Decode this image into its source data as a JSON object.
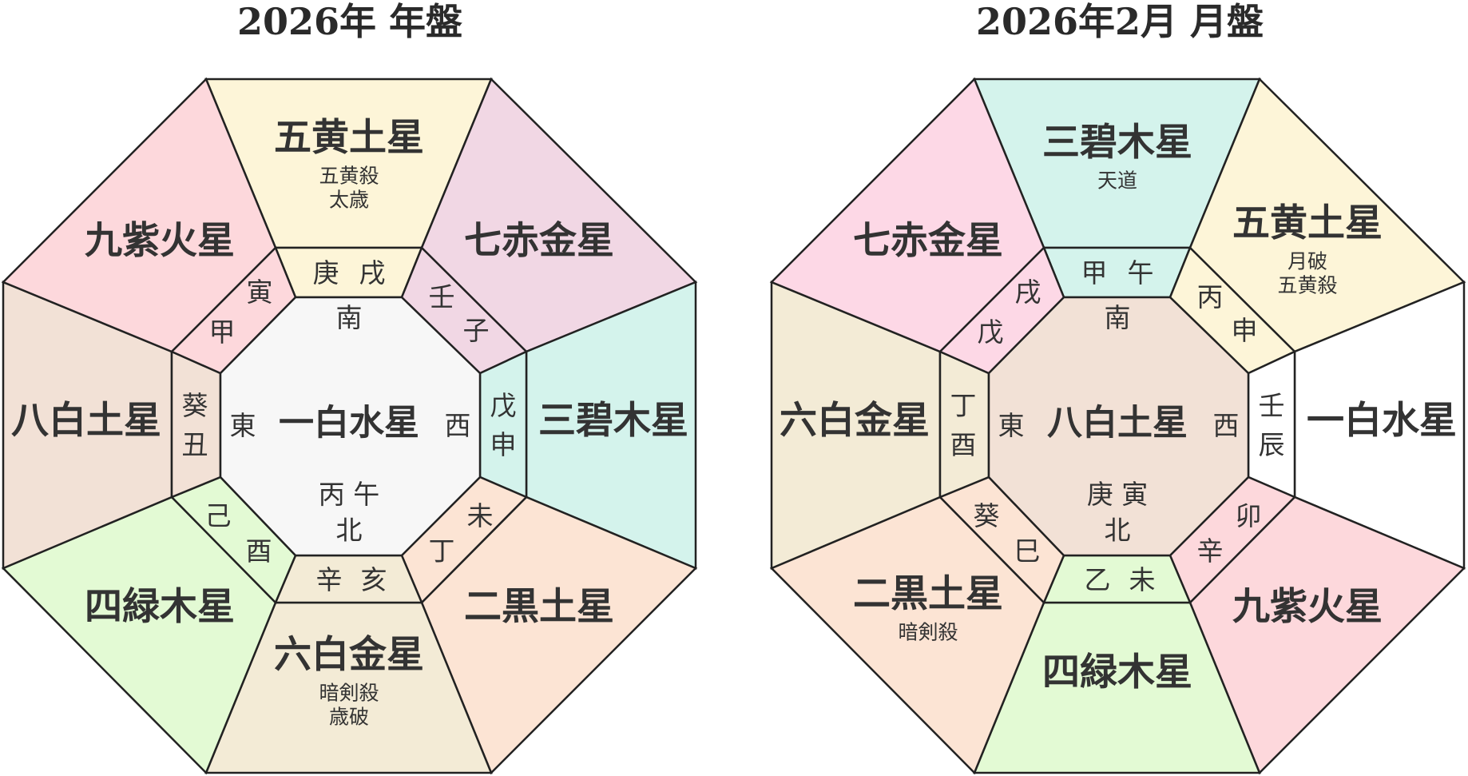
{
  "charts": [
    {
      "title": "2026年 年盤",
      "center": {
        "star": "一白水星",
        "info": "丙 午",
        "dir": "北",
        "fill": "#f7f7f7"
      },
      "sectors": [
        {
          "pos": "N",
          "star": "五黄土星",
          "notes": [
            "五黄殺",
            "太歳"
          ],
          "fill": "#fdf5d8",
          "ring_fill": "#fdf5d8",
          "ring": [
            "庚",
            "戌"
          ]
        },
        {
          "pos": "NE",
          "star": "七赤金星",
          "notes": [],
          "fill": "#f1d7e4",
          "ring_fill": "#f1d7e4",
          "ring": [
            "壬",
            "子"
          ]
        },
        {
          "pos": "E",
          "star": "三碧木星",
          "notes": [],
          "fill": "#d4f3ec",
          "ring_fill": "#d4f3ec",
          "ring": [
            "戊",
            "申"
          ]
        },
        {
          "pos": "SE",
          "star": "二黒土星",
          "notes": [],
          "fill": "#fce4d4",
          "ring_fill": "#fce4d4",
          "ring": [
            "未",
            "丁"
          ]
        },
        {
          "pos": "S",
          "star": "六白金星",
          "notes": [
            "暗剣殺",
            "歳破"
          ],
          "fill": "#f3ebd6",
          "ring_fill": "#f3ebd6",
          "ring": [
            "辛",
            "亥"
          ]
        },
        {
          "pos": "SW",
          "star": "四緑木星",
          "notes": [],
          "fill": "#e3fad4",
          "ring_fill": "#e3fad4",
          "ring": [
            "己",
            "酉"
          ]
        },
        {
          "pos": "W",
          "star": "八白土星",
          "notes": [],
          "fill": "#f2e1d6",
          "ring_fill": "#f2e1d6",
          "ring": [
            "葵",
            "丑"
          ]
        },
        {
          "pos": "NW",
          "star": "九紫火星",
          "notes": [],
          "fill": "#fdd8dc",
          "ring_fill": "#fdd8dc",
          "ring": [
            "寅",
            "甲"
          ]
        }
      ],
      "directions": {
        "top": "南",
        "left": "東",
        "right": "西"
      }
    },
    {
      "title": "2026年2月 月盤",
      "center": {
        "star": "八白土星",
        "info": "庚 寅",
        "dir": "北",
        "fill": "#f2e1d6"
      },
      "sectors": [
        {
          "pos": "N",
          "star": "三碧木星",
          "notes": [
            "天道"
          ],
          "fill": "#d4f3ec",
          "ring_fill": "#d4f3ec",
          "ring": [
            "甲",
            "午"
          ]
        },
        {
          "pos": "NE",
          "star": "五黄土星",
          "notes": [
            "月破",
            "五黄殺"
          ],
          "fill": "#fdf5d8",
          "ring_fill": "#fdf5d8",
          "ring": [
            "丙",
            "申"
          ]
        },
        {
          "pos": "E",
          "star": "一白水星",
          "notes": [],
          "fill": "#ffffff",
          "ring_fill": "#ffffff",
          "ring": [
            "壬",
            "辰"
          ]
        },
        {
          "pos": "SE",
          "star": "九紫火星",
          "notes": [],
          "fill": "#fdd8dc",
          "ring_fill": "#fdd8dc",
          "ring": [
            "卯",
            "辛"
          ]
        },
        {
          "pos": "S",
          "star": "四緑木星",
          "notes": [],
          "fill": "#e3fad4",
          "ring_fill": "#e3fad4",
          "ring": [
            "乙",
            "未"
          ]
        },
        {
          "pos": "SW",
          "star": "二黒土星",
          "notes": [
            "暗剣殺"
          ],
          "fill": "#fce4d4",
          "ring_fill": "#fce4d4",
          "ring": [
            "葵",
            "巳"
          ]
        },
        {
          "pos": "W",
          "star": "六白金星",
          "notes": [],
          "fill": "#f3ebd6",
          "ring_fill": "#f3ebd6",
          "ring": [
            "丁",
            "酉"
          ]
        },
        {
          "pos": "NW",
          "star": "七赤金星",
          "notes": [],
          "fill": "#fdd8e6",
          "ring_fill": "#fdd8e6",
          "ring": [
            "戌",
            "戊"
          ]
        }
      ],
      "directions": {
        "top": "南",
        "left": "東",
        "right": "西"
      }
    }
  ]
}
